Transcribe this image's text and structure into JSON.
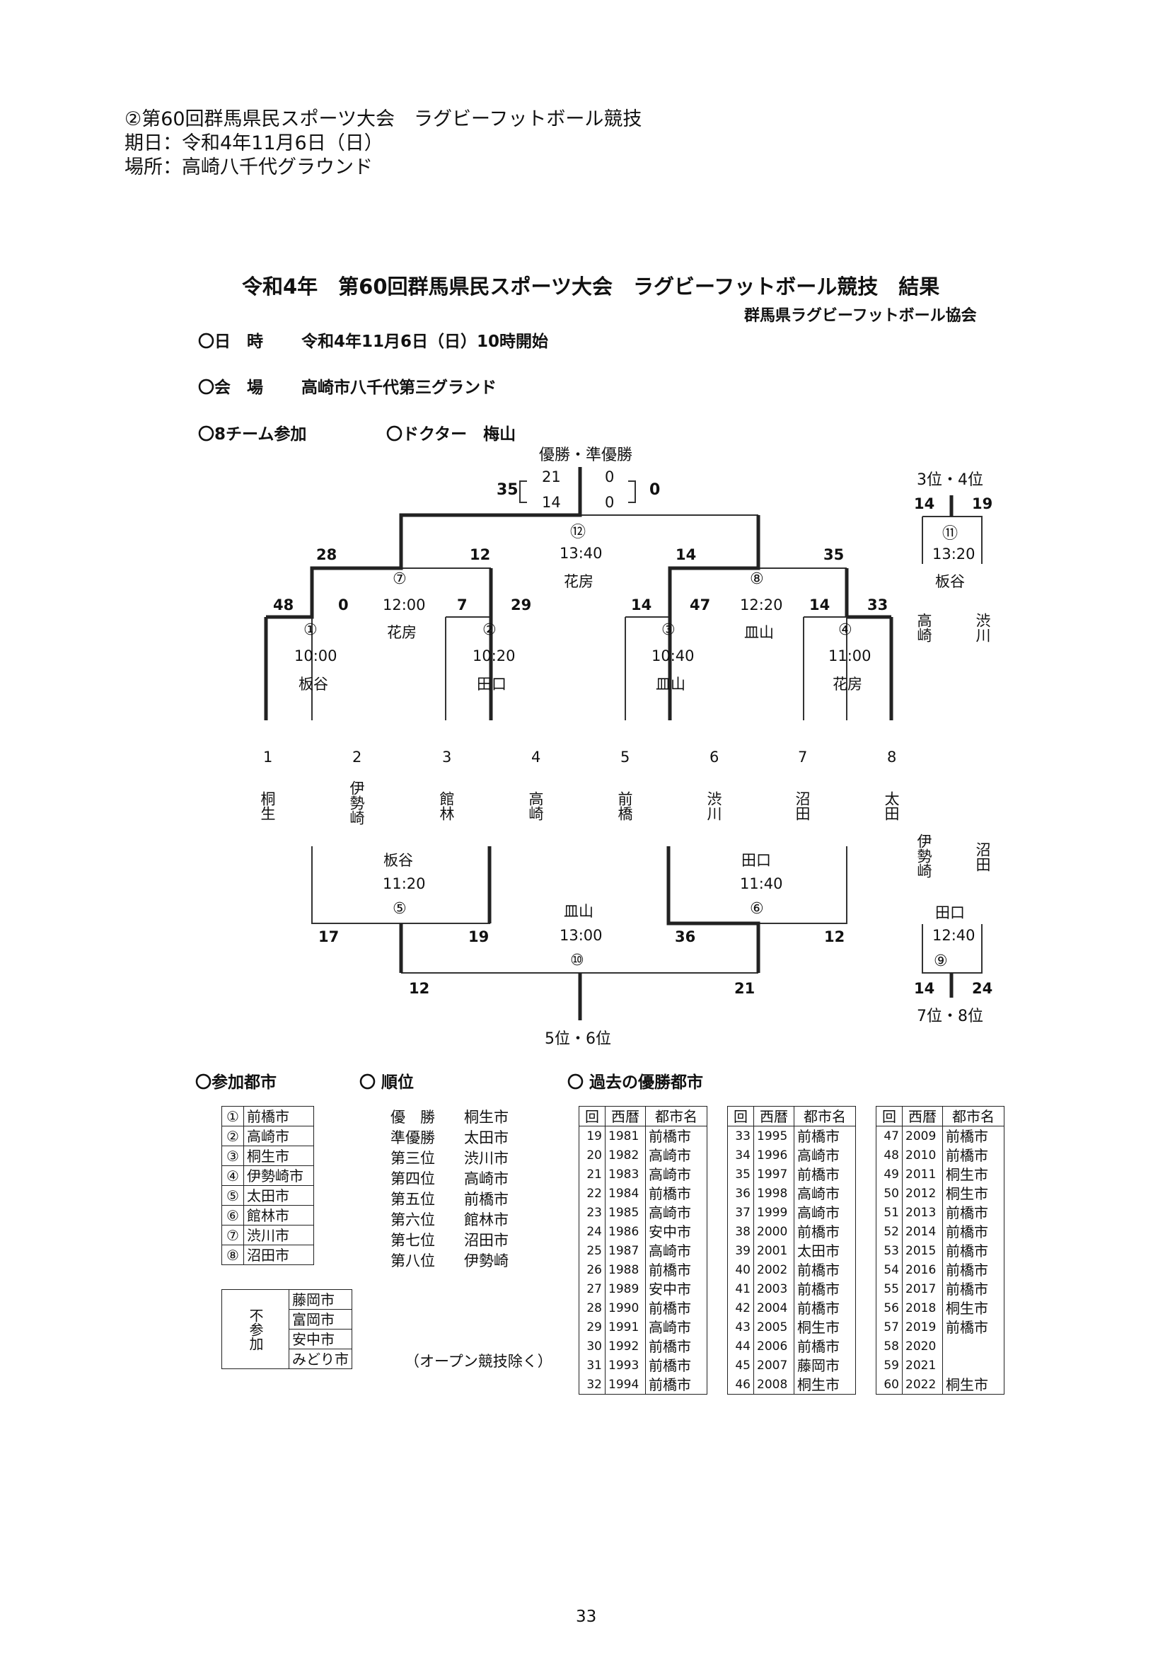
{
  "header": {
    "line1": "②第60回群馬県民スポーツ大会　ラグビーフットボール競技",
    "line2": "期日：令和4年11月6日（日）",
    "line3": "場所：高崎八千代グラウンド"
  },
  "title": "令和4年　第60回群馬県民スポーツ大会　ラグビーフットボール競技　結果",
  "association": "群馬県ラグビーフットボール協会",
  "info": {
    "date_label": "〇日　時",
    "date_value": "令和4年11月6日（日）10時開始",
    "venue_label": "〇会　場",
    "venue_value": "高崎市八千代第三グランド",
    "teams": "〇8チーム参加",
    "doctor": "〇ドクター　梅山"
  },
  "bracket": {
    "final_label": "優勝・準優勝",
    "third_label": "3位・4位",
    "fifth_label": "5位・6位",
    "seventh_label": "7位・8位",
    "positions": [
      "1",
      "2",
      "3",
      "4",
      "5",
      "6",
      "7",
      "8"
    ],
    "teams": [
      "桐生",
      "伊勢崎",
      "館林",
      "高崎",
      "前橋",
      "渋川",
      "沼田",
      "太田"
    ],
    "matches": [
      {
        "no": "①",
        "time": "10:00",
        "ref": "板谷",
        "left": "48",
        "right": "0"
      },
      {
        "no": "②",
        "time": "10:20",
        "ref": "田口",
        "left": "7",
        "right": "29"
      },
      {
        "no": "③",
        "time": "10:40",
        "ref": "皿山",
        "left": "14",
        "right": "47"
      },
      {
        "no": "④",
        "time": "11:00",
        "ref": "花房",
        "left": "14",
        "right": "33"
      },
      {
        "no": "⑤",
        "time": "11:20",
        "ref": "板谷",
        "left": "17",
        "right": "19"
      },
      {
        "no": "⑥",
        "time": "11:40",
        "ref": "田口",
        "left": "36",
        "right": "12"
      },
      {
        "no": "⑦",
        "time": "12:00",
        "ref": "花房",
        "left": "28",
        "right": "12"
      },
      {
        "no": "⑧",
        "time": "12:20",
        "ref": "皿山",
        "left": "14",
        "right": "35"
      },
      {
        "no": "⑨",
        "time": "12:40",
        "ref": "田口",
        "left": "14",
        "right": "24"
      },
      {
        "no": "⑩",
        "time": "13:00",
        "ref": "皿山",
        "left": "12",
        "right": "21"
      },
      {
        "no": "⑪",
        "time": "13:20",
        "ref": "板谷",
        "left": "14",
        "right": "19"
      },
      {
        "no": "⑫",
        "time": "13:40",
        "ref": "花房",
        "left": "35",
        "right": "0"
      }
    ],
    "final_halves": {
      "left_h1": "21",
      "left_h2": "14",
      "right_h1": "0",
      "right_h2": "0"
    },
    "third_teams": [
      "高崎",
      "渋川"
    ],
    "seventh_teams": [
      "伊勢崎",
      "沼田"
    ]
  },
  "sections": {
    "participants": "〇参加都市",
    "ranking": "〇 順位",
    "past": "〇 過去の優勝都市"
  },
  "participants": [
    {
      "no": "①",
      "city": "前橋市"
    },
    {
      "no": "②",
      "city": "高崎市"
    },
    {
      "no": "③",
      "city": "桐生市"
    },
    {
      "no": "④",
      "city": "伊勢崎市"
    },
    {
      "no": "⑤",
      "city": "太田市"
    },
    {
      "no": "⑥",
      "city": "館林市"
    },
    {
      "no": "⑦",
      "city": "渋川市"
    },
    {
      "no": "⑧",
      "city": "沼田市"
    }
  ],
  "nonparticipants_label": "不参加",
  "nonparticipants": [
    "藤岡市",
    "富岡市",
    "安中市",
    "みどり市"
  ],
  "ranking": [
    {
      "rank": "優　勝",
      "city": "桐生市"
    },
    {
      "rank": "準優勝",
      "city": "太田市"
    },
    {
      "rank": "第三位",
      "city": "渋川市"
    },
    {
      "rank": "第四位",
      "city": "高崎市"
    },
    {
      "rank": "第五位",
      "city": "前橋市"
    },
    {
      "rank": "第六位",
      "city": "館林市"
    },
    {
      "rank": "第七位",
      "city": "沼田市"
    },
    {
      "rank": "第八位",
      "city": "伊勢崎"
    }
  ],
  "open_note": "（オープン競技除く）",
  "history_headers": [
    "回",
    "西暦",
    "都市名"
  ],
  "history": [
    [
      [
        "19",
        "1981",
        "前橋市"
      ],
      [
        "20",
        "1982",
        "高崎市"
      ],
      [
        "21",
        "1983",
        "高崎市"
      ],
      [
        "22",
        "1984",
        "前橋市"
      ],
      [
        "23",
        "1985",
        "高崎市"
      ],
      [
        "24",
        "1986",
        "安中市"
      ],
      [
        "25",
        "1987",
        "高崎市"
      ],
      [
        "26",
        "1988",
        "前橋市"
      ],
      [
        "27",
        "1989",
        "安中市"
      ],
      [
        "28",
        "1990",
        "前橋市"
      ],
      [
        "29",
        "1991",
        "高崎市"
      ],
      [
        "30",
        "1992",
        "前橋市"
      ],
      [
        "31",
        "1993",
        "前橋市"
      ],
      [
        "32",
        "1994",
        "前橋市"
      ]
    ],
    [
      [
        "33",
        "1995",
        "前橋市"
      ],
      [
        "34",
        "1996",
        "高崎市"
      ],
      [
        "35",
        "1997",
        "前橋市"
      ],
      [
        "36",
        "1998",
        "高崎市"
      ],
      [
        "37",
        "1999",
        "高崎市"
      ],
      [
        "38",
        "2000",
        "前橋市"
      ],
      [
        "39",
        "2001",
        "太田市"
      ],
      [
        "40",
        "2002",
        "前橋市"
      ],
      [
        "41",
        "2003",
        "前橋市"
      ],
      [
        "42",
        "2004",
        "前橋市"
      ],
      [
        "43",
        "2005",
        "桐生市"
      ],
      [
        "44",
        "2006",
        "前橋市"
      ],
      [
        "45",
        "2007",
        "藤岡市"
      ],
      [
        "46",
        "2008",
        "桐生市"
      ]
    ],
    [
      [
        "47",
        "2009",
        "前橋市"
      ],
      [
        "48",
        "2010",
        "前橋市"
      ],
      [
        "49",
        "2011",
        "桐生市"
      ],
      [
        "50",
        "2012",
        "桐生市"
      ],
      [
        "51",
        "2013",
        "前橋市"
      ],
      [
        "52",
        "2014",
        "前橋市"
      ],
      [
        "53",
        "2015",
        "前橋市"
      ],
      [
        "54",
        "2016",
        "前橋市"
      ],
      [
        "55",
        "2017",
        "前橋市"
      ],
      [
        "56",
        "2018",
        "桐生市"
      ],
      [
        "57",
        "2019",
        "前橋市"
      ],
      [
        "58",
        "2020",
        ""
      ],
      [
        "59",
        "2021",
        ""
      ],
      [
        "60",
        "2022",
        "桐生市"
      ]
    ]
  ],
  "page_number": "33"
}
